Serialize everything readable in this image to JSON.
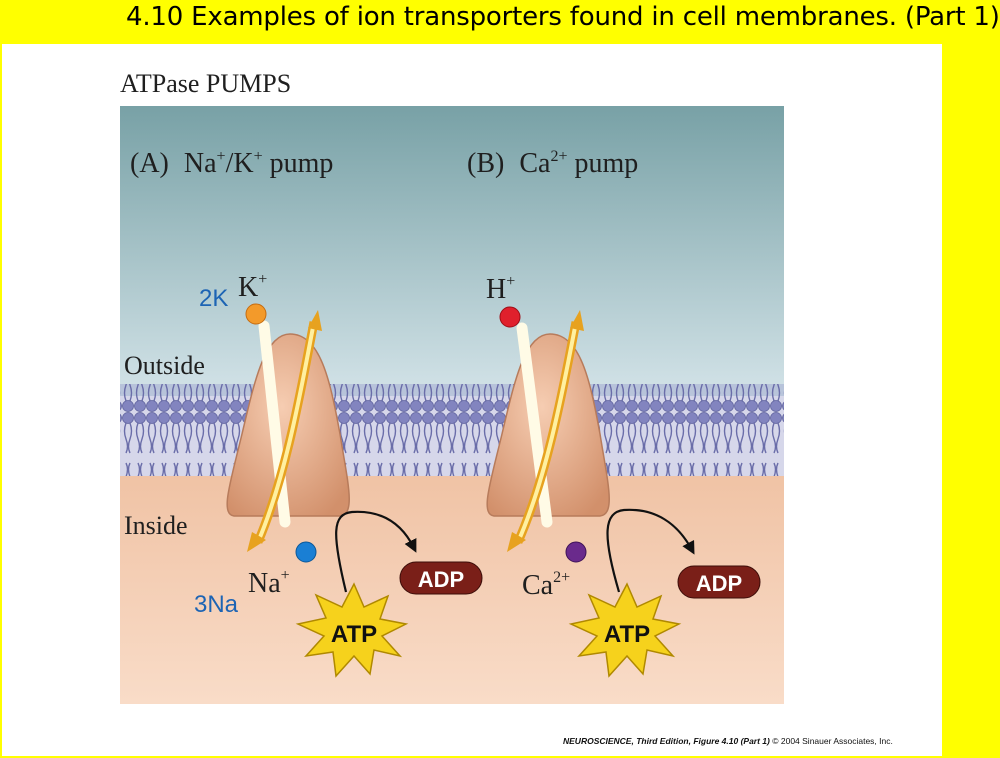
{
  "slide": {
    "title": "4.10  Examples of ion transporters found in cell membranes. (Part 1)"
  },
  "figure": {
    "heading": "ATPase PUMPS",
    "outside_label": "Outside",
    "inside_label": "Inside",
    "pumps": [
      {
        "letter": "(A)",
        "name": "Na",
        "name_sup": "+",
        "name_mid": "/K",
        "name_sup2": "+",
        "name_suffix": " pump",
        "top_ion": "K",
        "top_ion_sup": "+",
        "top_ion_count": "2K",
        "top_ion_color": "#f39a2a",
        "bottom_ion": "Na",
        "bottom_ion_sup": "+",
        "bottom_ion_count": "3Na",
        "bottom_ion_color": "#1a7fd4",
        "atp_label": "ATP",
        "adp_label": "ADP"
      },
      {
        "letter": "(B)",
        "name": "Ca",
        "name_sup": "2+",
        "name_suffix": " pump",
        "top_ion": "H",
        "top_ion_sup": "+",
        "top_ion_color": "#e0202c",
        "bottom_ion": "Ca",
        "bottom_ion_sup": "2+",
        "bottom_ion_color": "#6a2a8c",
        "atp_label": "ATP",
        "adp_label": "ADP"
      }
    ],
    "colors": {
      "outside_top": "#7aa3a8",
      "outside_bottom": "#cfe0e6",
      "inside_top": "#f3c8ad",
      "inside_bottom": "#f7d9c4",
      "membrane": "#6c6fae",
      "protein": "#e3a583",
      "atp_star": "#f6d21c",
      "adp_pill": "#7a1f18"
    }
  },
  "credit": {
    "source": "NEUROSCIENCE, Third Edition, Figure 4.10 (Part 1)",
    "copyright": " © 2004 Sinauer Associates, Inc."
  }
}
